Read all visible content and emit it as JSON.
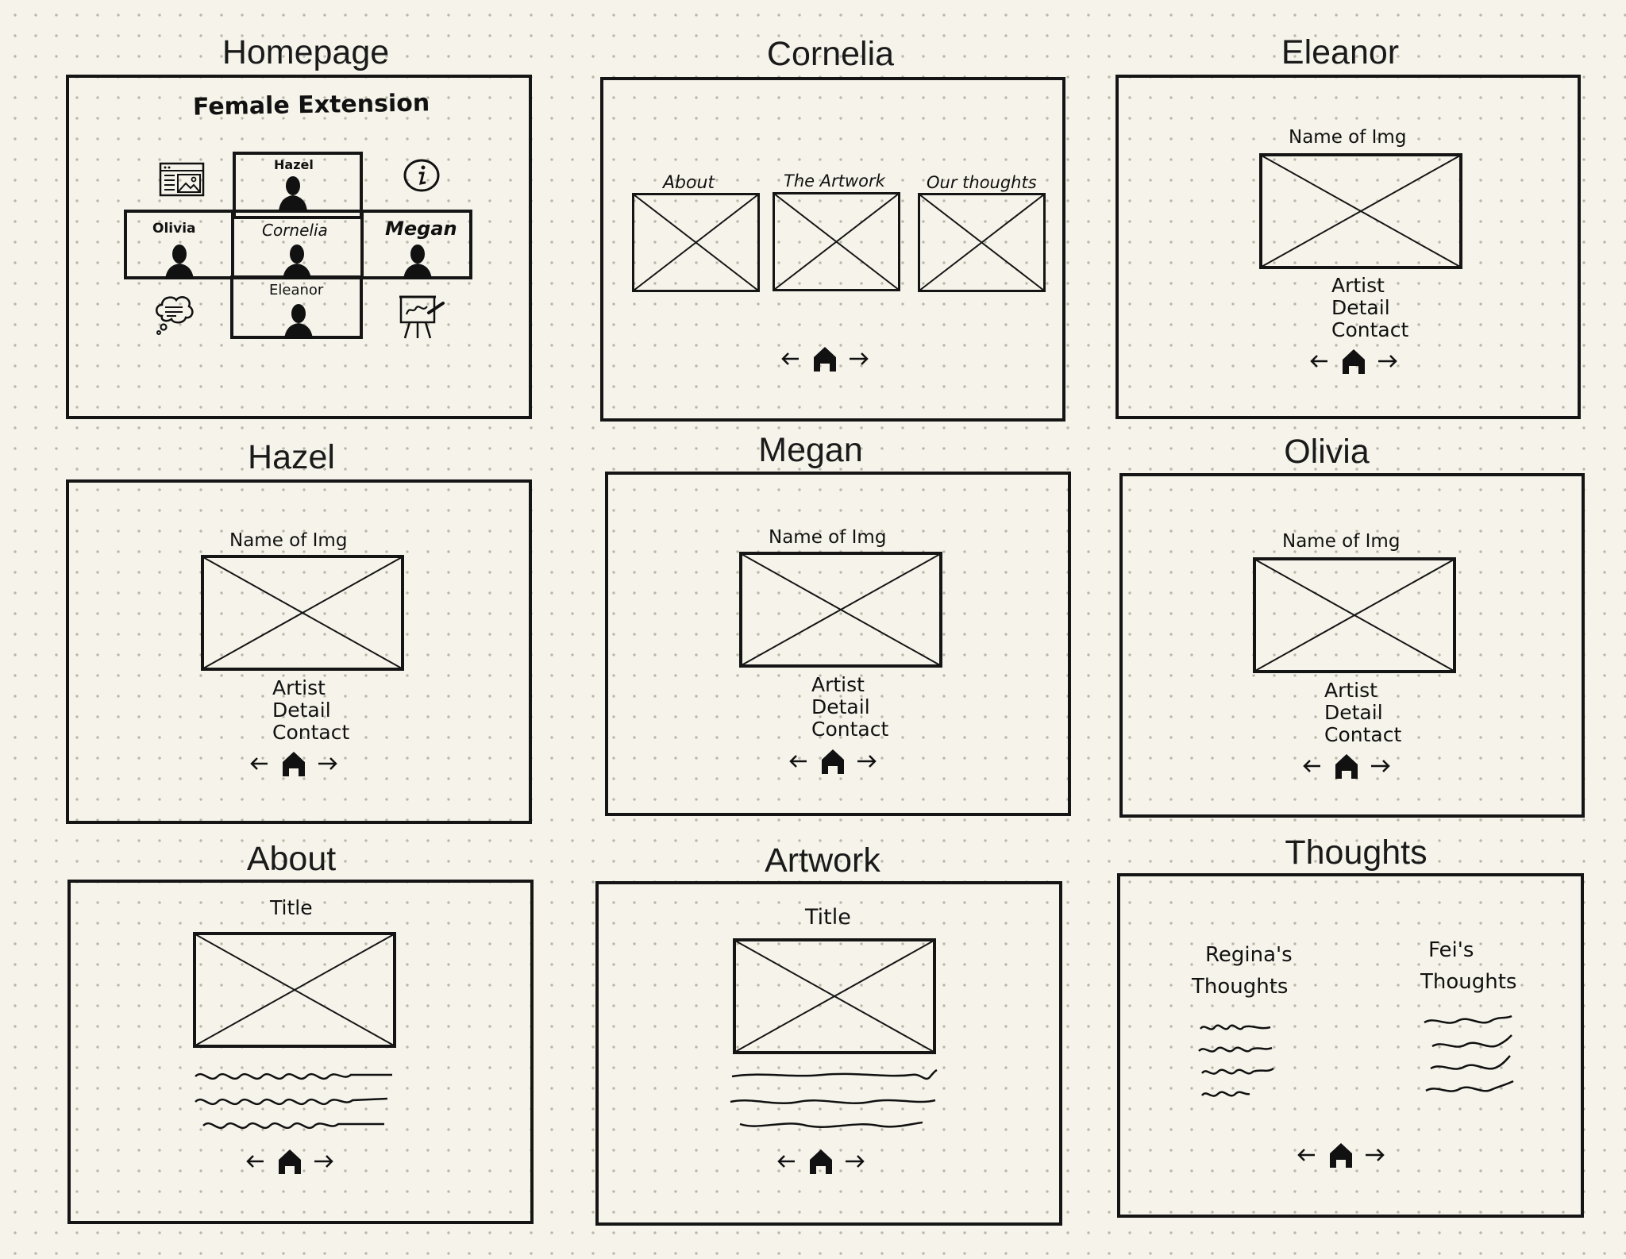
{
  "titles": {
    "homepage": "Homepage",
    "cornelia": "Cornelia",
    "eleanor": "Eleanor",
    "hazel": "Hazel",
    "megan": "Megan",
    "olivia": "Olivia",
    "about": "About",
    "artwork": "Artwork",
    "thoughts": "Thoughts"
  },
  "homepage": {
    "heading": "Female Extension",
    "tiles": {
      "hazel": "Hazel",
      "olivia": "Olivia",
      "cornelia": "Cornelia",
      "megan": "Megan",
      "eleanor": "Eleanor"
    },
    "icons": [
      "gallery-icon",
      "info-icon",
      "thought-bubble-icon",
      "easel-icon",
      "person-silhouette-icon"
    ]
  },
  "cornelia": {
    "sections": [
      "About",
      "The Artwork",
      "Our thoughts"
    ]
  },
  "artist_page": {
    "image_label": "Name of Img",
    "details": [
      "Artist",
      "Detail",
      "Contact"
    ]
  },
  "about": {
    "title": "Title"
  },
  "artwork": {
    "title": "Title"
  },
  "thoughts": {
    "left_label": [
      "Regina's",
      "Thoughts"
    ],
    "right_label": [
      "Fei's",
      "Thoughts"
    ]
  },
  "nav": {
    "back_icon": "arrow-left-icon",
    "home_icon": "home-icon",
    "forward_icon": "arrow-right-icon"
  }
}
